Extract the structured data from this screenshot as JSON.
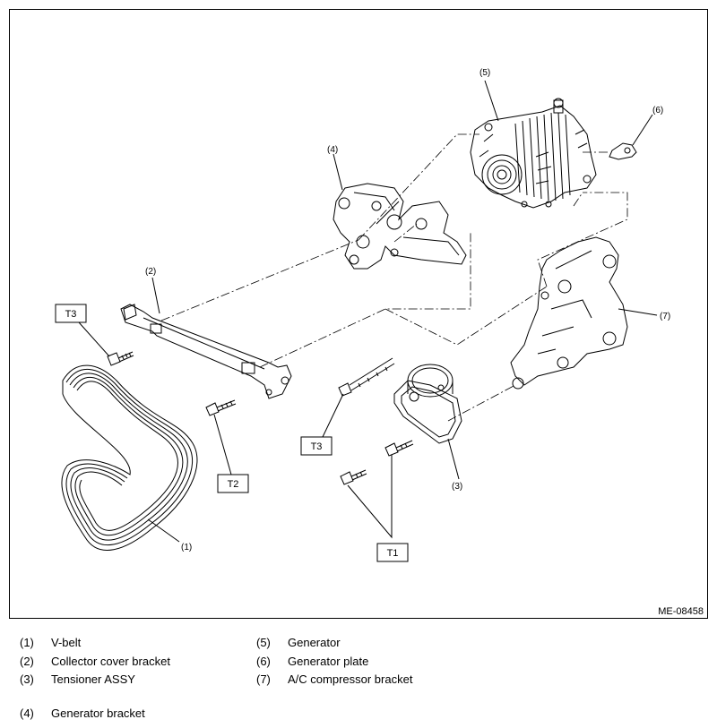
{
  "figure_id": "ME-08458",
  "callouts": {
    "c1": "(1)",
    "c2": "(2)",
    "c3": "(3)",
    "c4": "(4)",
    "c5": "(5)",
    "c6": "(6)",
    "c7": "(7)"
  },
  "torque_labels": {
    "t3_left": "T3",
    "t3_right": "T3",
    "t2": "T2",
    "t1": "T1"
  },
  "legend": {
    "left": [
      {
        "num": "(1)",
        "name": "V-belt"
      },
      {
        "num": "(2)",
        "name": "Collector cover bracket"
      },
      {
        "num": "(3)",
        "name": "Tensioner ASSY"
      }
    ],
    "left_extra": [
      {
        "num": "(4)",
        "name": "Generator bracket"
      }
    ],
    "right": [
      {
        "num": "(5)",
        "name": "Generator"
      },
      {
        "num": "(6)",
        "name": "Generator plate"
      },
      {
        "num": "(7)",
        "name": "A/C compressor bracket"
      }
    ]
  }
}
